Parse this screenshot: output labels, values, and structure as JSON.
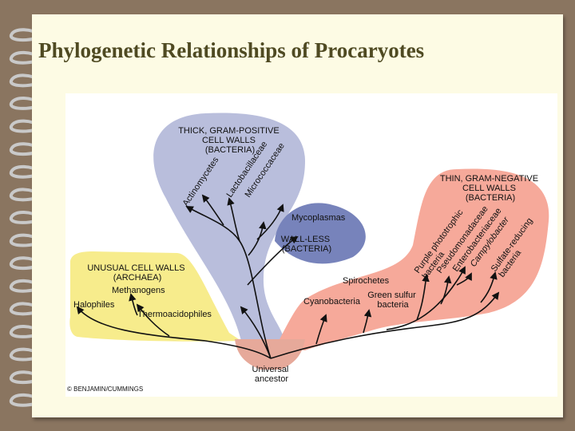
{
  "title": "Phylogenetic Relationships of Procaryotes",
  "copyright": "© BENJAMIN/CUMMINGS",
  "colors": {
    "background": "#8a7560",
    "page": "#fdfbe4",
    "title": "#4f4a22",
    "gram_positive": "#b9bedc",
    "wall_less": "#7783bb",
    "archaea": "#f7ec8c",
    "gram_negative": "#f6a99a",
    "ancestor": "#e6a99a"
  },
  "groups": {
    "gram_positive": [
      "THICK, GRAM-POSITIVE",
      "CELL WALLS",
      "(BACTERIA)"
    ],
    "wall_less": [
      "WALL-LESS",
      "(BACTERIA)"
    ],
    "archaea": [
      "UNUSUAL CELL WALLS",
      "(ARCHAEA)"
    ],
    "gram_negative": [
      "THIN, GRAM-NEGATIVE",
      "CELL WALLS",
      "(BACTERIA)"
    ]
  },
  "taxa": {
    "actinomycetes": "Actinomycetes",
    "lactobacillaceae": "Lactobacillaceae",
    "micrococcaceae": "Micrococcaceae",
    "mycoplasmas": "Mycoplasmas",
    "methanogens": "Methanogens",
    "halophiles": "Halophiles",
    "thermoacidophiles": "Thermoacidophiles",
    "spirochetes": "Spirochetes",
    "cyanobacteria": "Cyanobacteria",
    "green_sulfur": [
      "Green sulfur",
      "bacteria"
    ],
    "purple_phototrophic": [
      "Purple phototrophic",
      "bacteria"
    ],
    "pseudomonadaceae": "Pseudomonadaceae",
    "enterobacteriaceae": "Enterobacteriaceae",
    "campylobacter": "Campylobacter",
    "sulfate_reducing": [
      "Sulfate-reducing",
      "bacteria"
    ]
  },
  "root": [
    "Universal",
    "ancestor"
  ]
}
